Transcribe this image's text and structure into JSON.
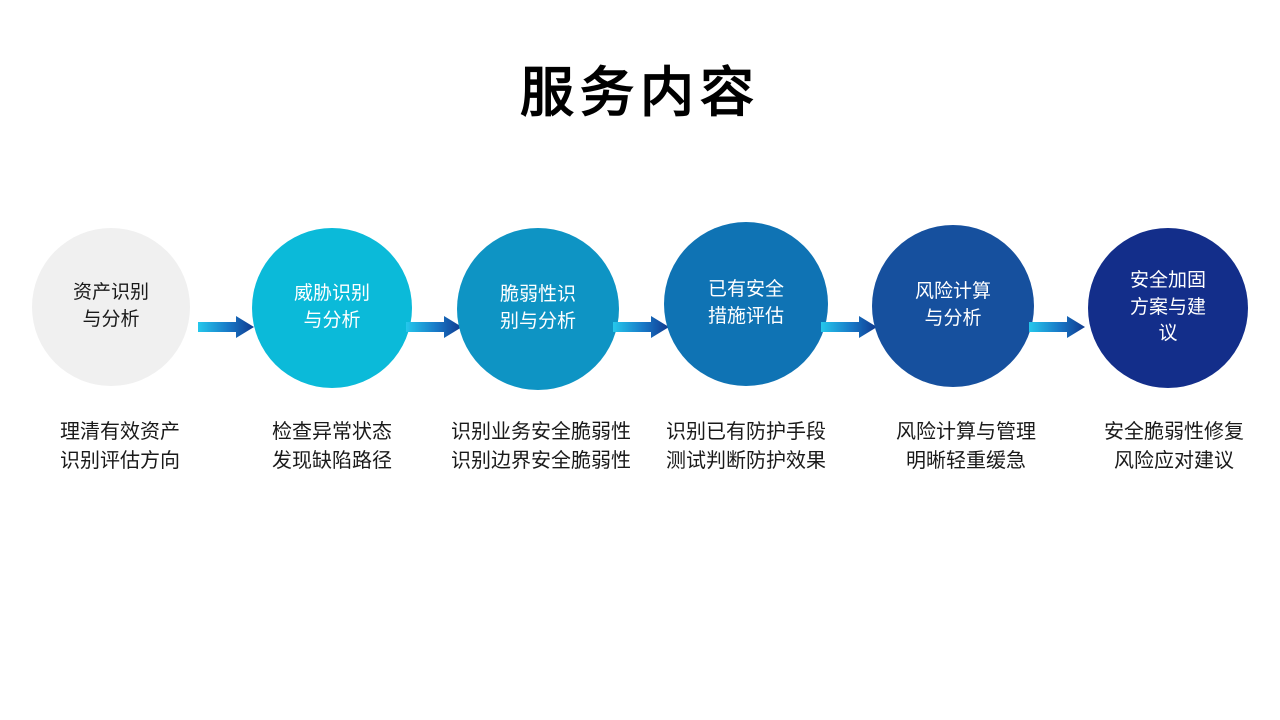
{
  "slide": {
    "title": "服务内容",
    "background": "#ffffff"
  },
  "arrow": {
    "name": "flow-arrow",
    "gradient_from": "#17C1E8",
    "gradient_to": "#12479E",
    "count": 5
  },
  "steps": [
    {
      "index": 1,
      "bubble_label": "资产识别\n与分析",
      "bubble_color": "#F0F0F0",
      "text_color": "#1a1a1a",
      "caption": "理清有效资产\n识别评估方向"
    },
    {
      "index": 2,
      "bubble_label": "威胁识别\n与分析",
      "bubble_color": "#0BBAD9",
      "text_color": "#ffffff",
      "caption": "检查异常状态\n发现缺陷路径"
    },
    {
      "index": 3,
      "bubble_label": "脆弱性识\n别与分析",
      "bubble_color": "#0E94C4",
      "text_color": "#ffffff",
      "caption": "识别业务安全脆弱性\n识别边界安全脆弱性"
    },
    {
      "index": 4,
      "bubble_label": "已有安全\n措施评估",
      "bubble_color": "#0F73B4",
      "text_color": "#ffffff",
      "caption": "识别已有防护手段\n测试判断防护效果"
    },
    {
      "index": 5,
      "bubble_label": "风险计算\n与分析",
      "bubble_color": "#16509E",
      "text_color": "#ffffff",
      "caption": "风险计算与管理\n明晰轻重缓急"
    },
    {
      "index": 6,
      "bubble_label": "安全加固\n方案与建\n议",
      "bubble_color": "#132E8A",
      "text_color": "#ffffff",
      "caption": "安全脆弱性修复\n风险应对建议"
    }
  ]
}
